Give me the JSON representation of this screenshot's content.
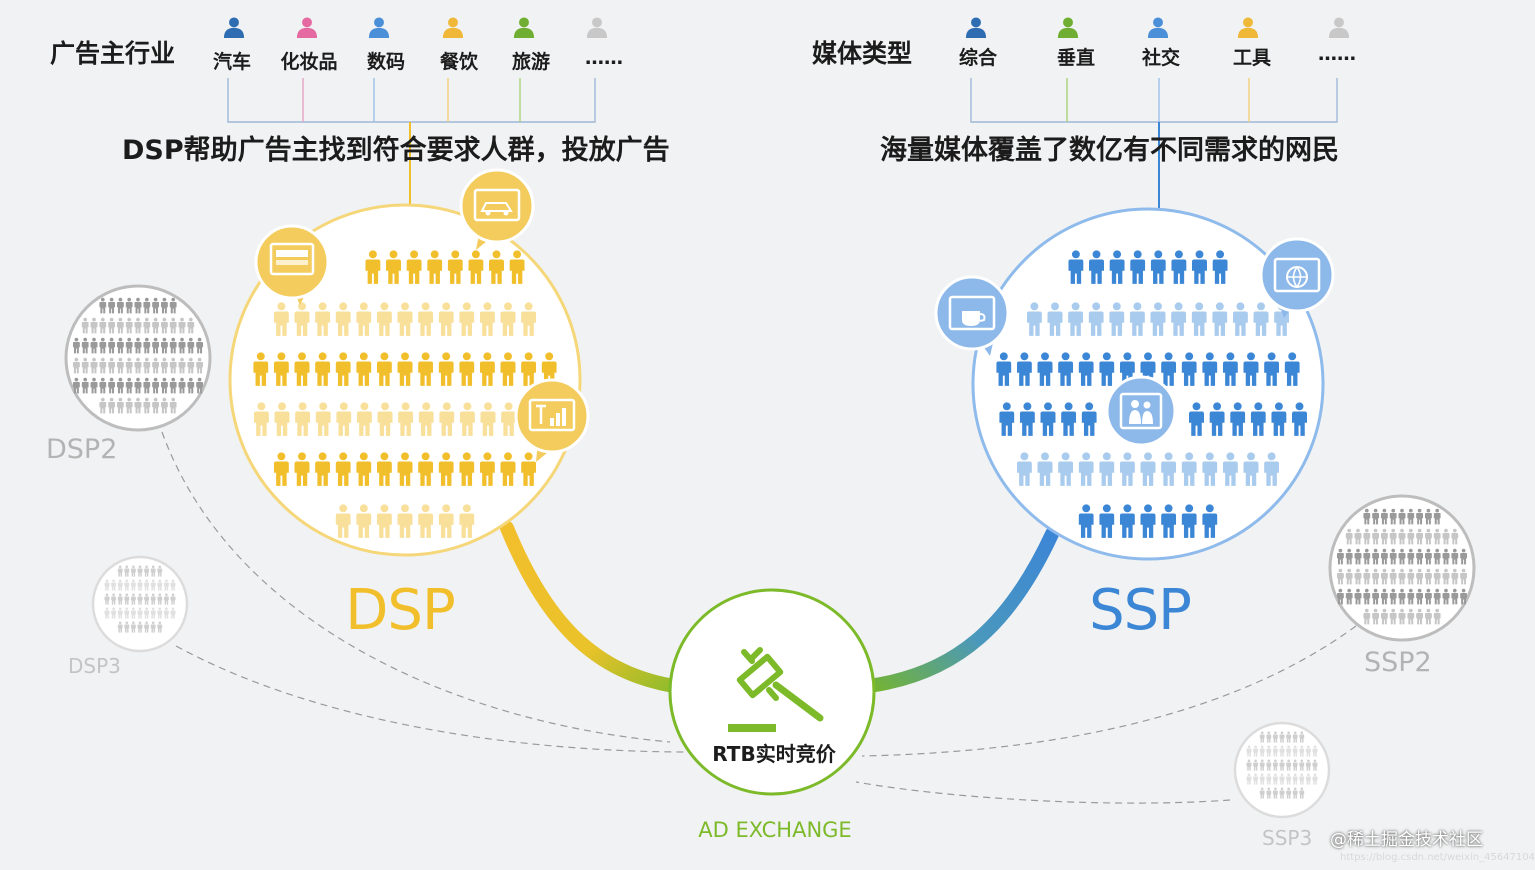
{
  "colors": {
    "dsp": "#f2bf2c",
    "dsp_light": "#f8df9a",
    "ssp": "#3c86d6",
    "ssp_light": "#a9cbee",
    "exchange": "#7dba29",
    "grey": "#b8b8b8",
    "background": "#f1f2f3"
  },
  "advertiser": {
    "title": "广告主行业",
    "items": [
      {
        "label": "汽车",
        "icon": "person-icon",
        "color": "#2f6db3"
      },
      {
        "label": "化妆品",
        "icon": "person-icon",
        "color": "#e46aa1"
      },
      {
        "label": "数码",
        "icon": "person-icon",
        "color": "#4b8fd9"
      },
      {
        "label": "餐饮",
        "icon": "person-icon",
        "color": "#f0b838"
      },
      {
        "label": "旅游",
        "icon": "person-icon",
        "color": "#6fae32"
      },
      {
        "label": "……",
        "icon": "person-icon",
        "color": "#c8c8c8"
      }
    ],
    "headline": "DSP帮助广告主找到符合要求人群，投放广告"
  },
  "media": {
    "title": "媒体类型",
    "items": [
      {
        "label": "综合",
        "icon": "person-icon",
        "color": "#2f6db3"
      },
      {
        "label": "垂直",
        "icon": "person-icon",
        "color": "#6fae32"
      },
      {
        "label": "社交",
        "icon": "person-icon",
        "color": "#4b8fd9"
      },
      {
        "label": "工具",
        "icon": "person-icon",
        "color": "#f0b838"
      },
      {
        "label": "……",
        "icon": "person-icon",
        "color": "#c8c8c8"
      }
    ],
    "headline": "海量媒体覆盖了数亿有不同需求的网民"
  },
  "nodes": {
    "dsp": "DSP",
    "ssp": "SSP",
    "dsp2": "DSP2",
    "dsp3": "DSP3",
    "ssp2": "SSP2",
    "ssp3": "SSP3"
  },
  "exchange": {
    "center_label": "RTB实时竞价",
    "label": "AD EXCHANGE",
    "icon": "auction-gavel-icon"
  },
  "dsp_bubbles": [
    "shop-billboard-icon",
    "car-ad-icon",
    "signal-chart-icon"
  ],
  "ssp_bubbles": [
    "coffee-cup-icon",
    "globe-icon",
    "people-photo-icon"
  ],
  "watermark": "@稀土掘金技术社区",
  "watermark_url": "https://blog.csdn.net/weixin_45647104"
}
